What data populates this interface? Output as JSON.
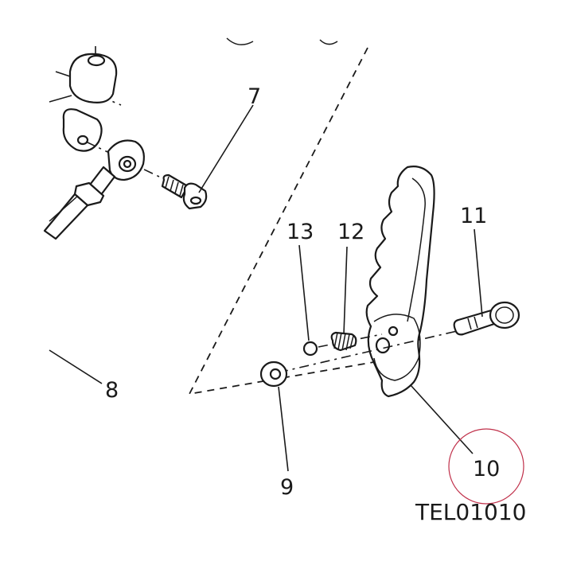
{
  "diagram": {
    "reference_code": "TEL01010",
    "highlight_color": "#c0304a",
    "callouts": [
      {
        "id": "7",
        "label": "7"
      },
      {
        "id": "8",
        "label": "8"
      },
      {
        "id": "9",
        "label": "9"
      },
      {
        "id": "10",
        "label": "10"
      },
      {
        "id": "11",
        "label": "11"
      },
      {
        "id": "12",
        "label": "12"
      },
      {
        "id": "13",
        "label": "13"
      }
    ]
  }
}
